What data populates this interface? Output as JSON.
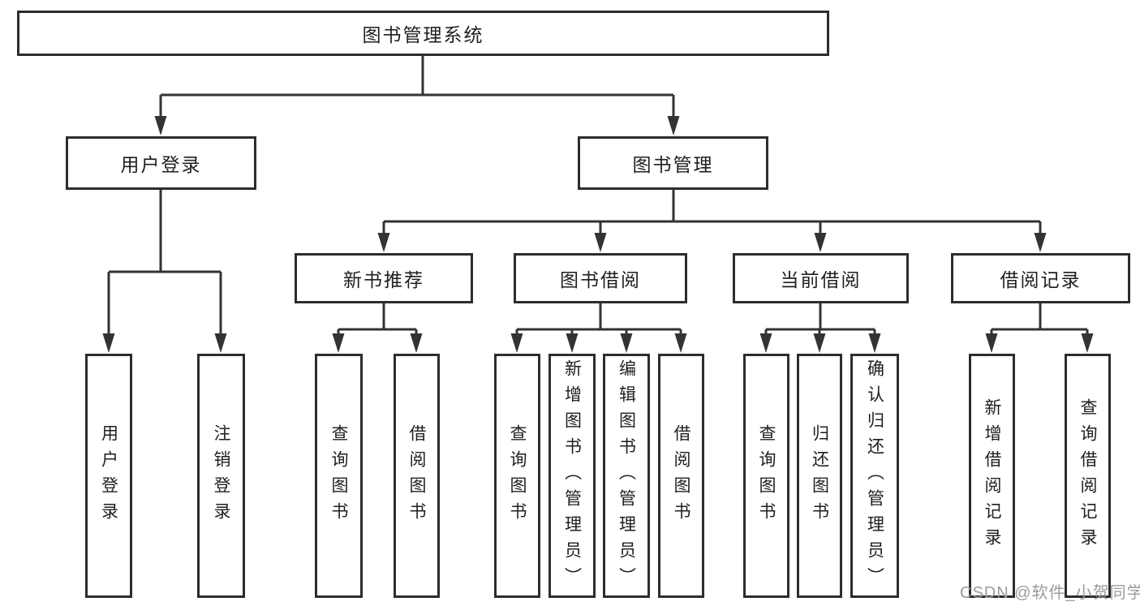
{
  "diagram": {
    "type": "hierarchy-flowchart",
    "title": "图书管理系统",
    "nodes": {
      "root": {
        "label": "图书管理系统"
      },
      "user_login": {
        "label": "用户登录"
      },
      "book_mgmt": {
        "label": "图书管理"
      },
      "new_book": {
        "label": "新书推荐"
      },
      "book_borrow": {
        "label": "图书借阅"
      },
      "current_borrow": {
        "label": "当前借阅"
      },
      "borrow_record": {
        "label": "借阅记录"
      },
      "leaf_user_login": {
        "label": "用户登录"
      },
      "leaf_logout": {
        "label": "注销登录"
      },
      "leaf_nb_query": {
        "label": "查询图书"
      },
      "leaf_nb_borrow": {
        "label": "借阅图书"
      },
      "leaf_bb_query": {
        "label": "查询图书"
      },
      "leaf_bb_add": {
        "label": "新增图书（管理员）"
      },
      "leaf_bb_edit": {
        "label": "编辑图书（管理员）"
      },
      "leaf_bb_borrow": {
        "label": "借阅图书"
      },
      "leaf_cb_query": {
        "label": "查询图书"
      },
      "leaf_cb_return": {
        "label": "归还图书"
      },
      "leaf_cb_confirm": {
        "label": "确认归还（管理员）"
      },
      "leaf_br_add": {
        "label": "新增借阅记录"
      },
      "leaf_br_query": {
        "label": "查询借阅记录"
      }
    },
    "edges": [
      {
        "from": "图书管理系统",
        "to": "用户登录"
      },
      {
        "from": "图书管理系统",
        "to": "图书管理"
      },
      {
        "from": "用户登录",
        "to": "用户登录"
      },
      {
        "from": "用户登录",
        "to": "注销登录"
      },
      {
        "from": "图书管理",
        "to": "新书推荐"
      },
      {
        "from": "图书管理",
        "to": "图书借阅"
      },
      {
        "from": "图书管理",
        "to": "当前借阅"
      },
      {
        "from": "图书管理",
        "to": "借阅记录"
      },
      {
        "from": "新书推荐",
        "to": "查询图书"
      },
      {
        "from": "新书推荐",
        "to": "借阅图书"
      },
      {
        "from": "图书借阅",
        "to": "查询图书"
      },
      {
        "from": "图书借阅",
        "to": "新增图书（管理员）"
      },
      {
        "from": "图书借阅",
        "to": "编辑图书（管理员）"
      },
      {
        "from": "图书借阅",
        "to": "借阅图书"
      },
      {
        "from": "当前借阅",
        "to": "查询图书"
      },
      {
        "from": "当前借阅",
        "to": "归还图书"
      },
      {
        "from": "当前借阅",
        "to": "确认归还（管理员）"
      },
      {
        "from": "借阅记录",
        "to": "新增借阅记录"
      },
      {
        "from": "借阅记录",
        "to": "查询借阅记录"
      }
    ],
    "colors": {
      "line": "#333333",
      "box_border": "#2d2d2d",
      "text": "#1f1f1f",
      "background": "#ffffff",
      "watermark": "#9b9b9b"
    }
  },
  "watermark": {
    "text": "CSDN @软件_小贺同学"
  }
}
